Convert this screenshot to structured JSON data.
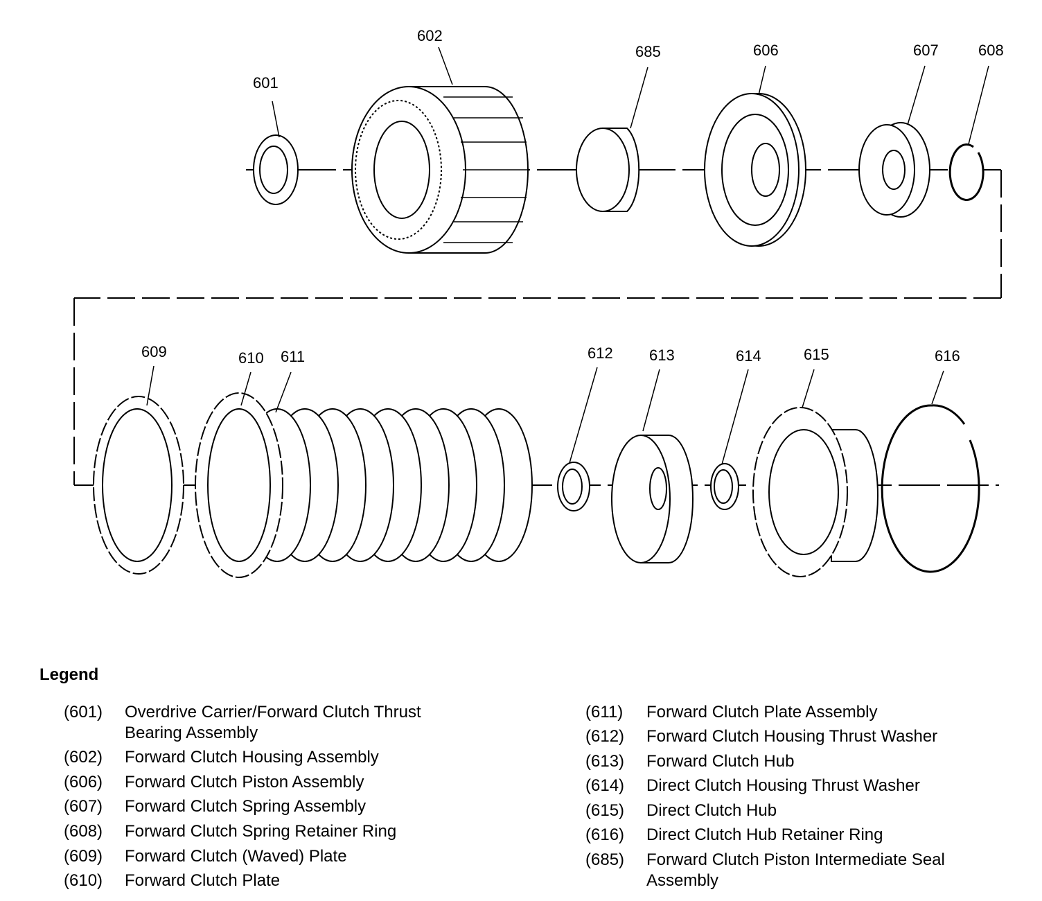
{
  "callouts": {
    "p601": "601",
    "p602": "602",
    "p685": "685",
    "p606": "606",
    "p607": "607",
    "p608": "608",
    "p609": "609",
    "p610": "610",
    "p611": "611",
    "p612": "612",
    "p613": "613",
    "p614": "614",
    "p615": "615",
    "p616": "616"
  },
  "legend": {
    "title": "Legend",
    "left": [
      {
        "num": "(601)",
        "lines": [
          "Overdrive Carrier/Forward Clutch Thrust",
          "Bearing Assembly"
        ]
      },
      {
        "num": "(602)",
        "lines": [
          "Forward Clutch Housing Assembly"
        ]
      },
      {
        "num": "(606)",
        "lines": [
          "Forward Clutch Piston Assembly"
        ]
      },
      {
        "num": "(607)",
        "lines": [
          "Forward Clutch Spring Assembly"
        ]
      },
      {
        "num": "(608)",
        "lines": [
          "Forward Clutch Spring Retainer Ring"
        ]
      },
      {
        "num": "(609)",
        "lines": [
          "Forward Clutch (Waved) Plate"
        ]
      },
      {
        "num": "(610)",
        "lines": [
          "Forward Clutch Plate"
        ]
      }
    ],
    "right": [
      {
        "num": "(611)",
        "lines": [
          "Forward Clutch Plate Assembly"
        ]
      },
      {
        "num": "(612)",
        "lines": [
          "Forward Clutch Housing Thrust Washer"
        ]
      },
      {
        "num": "(613)",
        "lines": [
          "Forward Clutch Hub"
        ]
      },
      {
        "num": "(614)",
        "lines": [
          "Direct Clutch Housing Thrust Washer"
        ]
      },
      {
        "num": "(615)",
        "lines": [
          "Direct Clutch Hub"
        ]
      },
      {
        "num": "(616)",
        "lines": [
          "Direct Clutch Hub Retainer Ring"
        ]
      },
      {
        "num": "(685)",
        "lines": [
          "Forward Clutch Piston Intermediate Seal",
          "Assembly"
        ]
      }
    ]
  }
}
